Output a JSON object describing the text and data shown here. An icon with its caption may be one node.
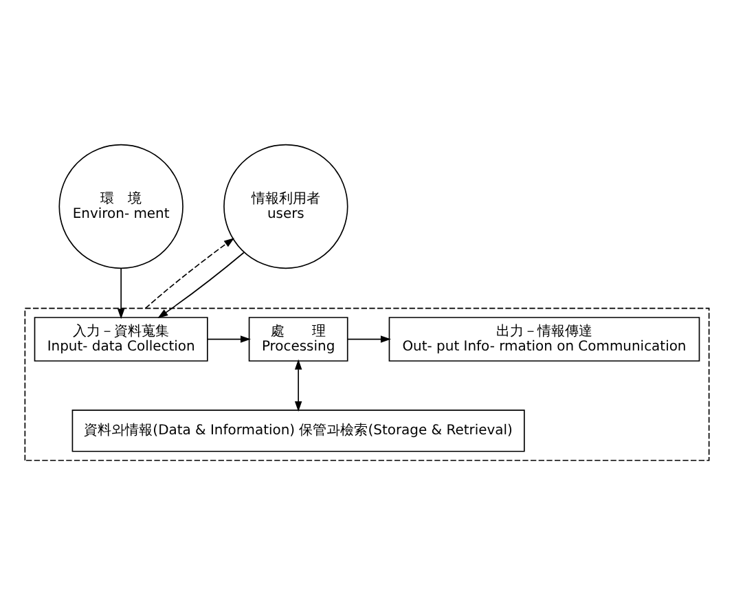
{
  "diagram": {
    "nodes": [
      {
        "text": [
          "環　境",
          "Environ- ment"
        ]
      },
      {
        "text": [
          "情報利用者",
          "users"
        ]
      },
      {
        "text": [],
        "shape": "box"
      },
      {
        "text": [
          "入力－資料蒐集",
          "Input- data Collection"
        ],
        "in": 2
      },
      {
        "text": [
          "處　　理",
          "Processing"
        ],
        "in": 2
      },
      {
        "text": [
          "出力－情報傳達",
          "Out- put Info- rmation on Communication"
        ],
        "in": 2
      },
      {
        "text": [
          "資料와情報(Data & Information) 保管과檢索(Storage & Retrieval)"
        ],
        "in": 2
      }
    ],
    "edges": [
      {
        "from": 0,
        "to": 3,
        "arrow": "to"
      },
      {
        "from": 1,
        "to": 3,
        "arrow": "to"
      },
      {
        "from": 3,
        "to": 4,
        "arrow": "to"
      },
      {
        "from": 4,
        "to": 5,
        "arrow": "to"
      },
      {
        "from": 4,
        "to": 6,
        "arrow": "both"
      },
      {
        "from": 2,
        "to": 1,
        "arrow": "to",
        "style": "dashed"
      }
    ]
  }
}
